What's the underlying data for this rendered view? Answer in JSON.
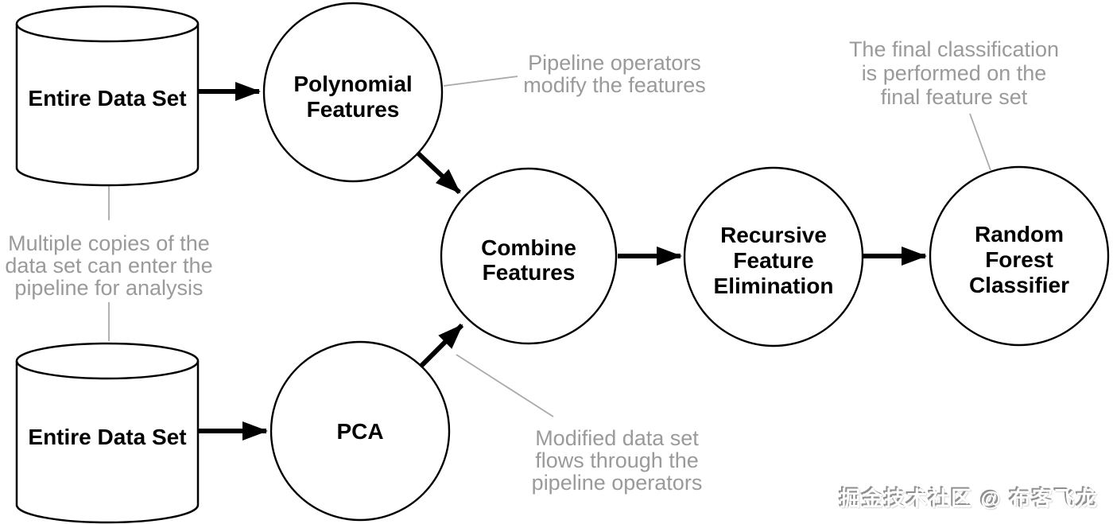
{
  "diagram": {
    "datastores": [
      {
        "label": "Entire Data Set"
      },
      {
        "label": "Entire Data Set"
      }
    ],
    "nodes": [
      {
        "lines": [
          "Polynomial",
          "Features"
        ]
      },
      {
        "lines": [
          "PCA"
        ]
      },
      {
        "lines": [
          "Combine",
          "Features"
        ]
      },
      {
        "lines": [
          "Recursive",
          "Feature",
          "Elimination"
        ]
      },
      {
        "lines": [
          "Random",
          "Forest",
          "Classifier"
        ]
      }
    ],
    "annotations": [
      {
        "lines": [
          "Pipeline operators",
          "modify the features"
        ]
      },
      {
        "lines": [
          "Multiple copies of the",
          "data set can enter the",
          "pipeline for analysis"
        ]
      },
      {
        "lines": [
          "Modified data set",
          "flows through the",
          "pipeline operators"
        ]
      },
      {
        "lines": [
          "The final classification",
          "is performed on the",
          "final feature set"
        ]
      }
    ],
    "watermark": "掘金技术社区 @ 布客飞龙",
    "colors": {
      "background": "#ffffff",
      "shape_stroke": "#000000",
      "node_label": "#000000",
      "annotation_text": "#9a9a9a",
      "callout_line": "#aaaaaa",
      "arrow": "#000000"
    }
  }
}
